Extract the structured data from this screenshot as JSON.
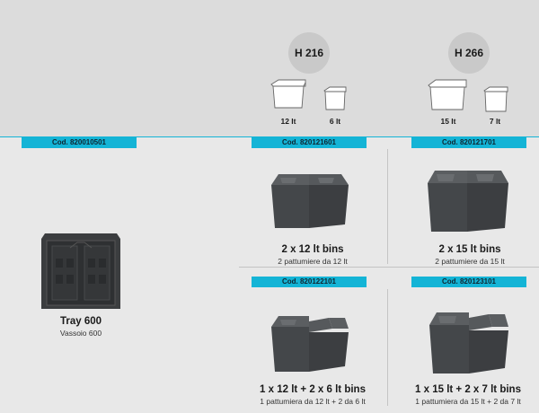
{
  "heights": [
    {
      "label": "H 216",
      "bins": [
        "12 lt",
        "6 lt"
      ]
    },
    {
      "label": "H 266",
      "bins": [
        "15 lt",
        "7 lt"
      ]
    }
  ],
  "codes": {
    "tray": "Cod. 820010501",
    "b2x12": "Cod. 820121601",
    "b2x15": "Cod. 820121701",
    "b12_6": "Cod. 820122101",
    "b15_7": "Cod. 820123101"
  },
  "products": {
    "tray": {
      "title": "Tray 600",
      "subtitle": "Vassoio 600"
    },
    "b2x12": {
      "title": "2 x 12 lt bins",
      "subtitle": "2 pattumiere da 12 lt"
    },
    "b2x15": {
      "title": "2 x 15 lt bins",
      "subtitle": "2 pattumiere da 15 lt"
    },
    "b12_6": {
      "title": "1 x 12 lt + 2 x 6 lt bins",
      "subtitle": "1 pattumiera da 12 lt + 2 da 6 lt"
    },
    "b15_7": {
      "title": "1 x 15 lt + 2 x 7 lt bins",
      "subtitle": "1 pattumiera da 15 lt + 2 da 7 lt"
    }
  },
  "colors": {
    "accent": "#14b4d6",
    "bin": "#4a4c4e",
    "background": "#dcdcdc"
  }
}
